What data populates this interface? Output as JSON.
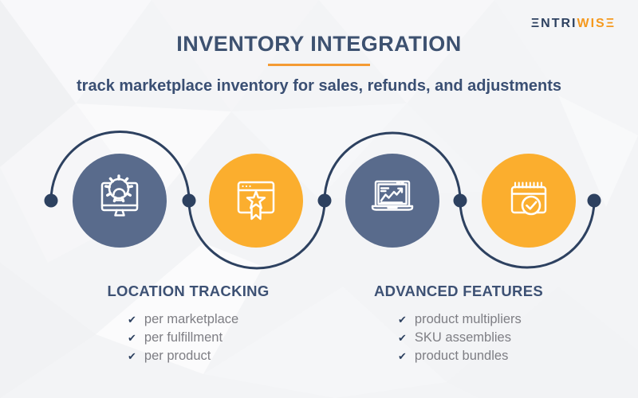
{
  "logo": {
    "primary": "ΞNTRI",
    "accent": "WISΞ"
  },
  "header": {
    "title": "INVENTORY INTEGRATION",
    "subtitle": "track marketplace inventory for sales, refunds, and adjustments"
  },
  "ui": {
    "check_glyph": "✔"
  },
  "colors": {
    "navy_line": "#2d4160",
    "slate_circle": "#596b8c",
    "orange_circle": "#fbae2e",
    "title_navy": "#3d5170",
    "underline_orange": "#f49b33",
    "logo_orange": "#f5991e",
    "item_gray": "#7e7e84",
    "background": "#f3f4f6"
  },
  "diagram": {
    "steps": [
      {
        "icon": "monitor-gear-icon",
        "color": "#596b8c"
      },
      {
        "icon": "browser-star-icon",
        "color": "#fbae2e"
      },
      {
        "icon": "laptop-chart-icon",
        "color": "#596b8c"
      },
      {
        "icon": "calendar-check-icon",
        "color": "#fbae2e"
      }
    ]
  },
  "columns": [
    {
      "heading": "LOCATION TRACKING",
      "items": [
        "per marketplace",
        "per fulfillment",
        "per product"
      ]
    },
    {
      "heading": "ADVANCED FEATURES",
      "items": [
        "product multipliers",
        "SKU assemblies",
        "product bundles"
      ]
    }
  ]
}
